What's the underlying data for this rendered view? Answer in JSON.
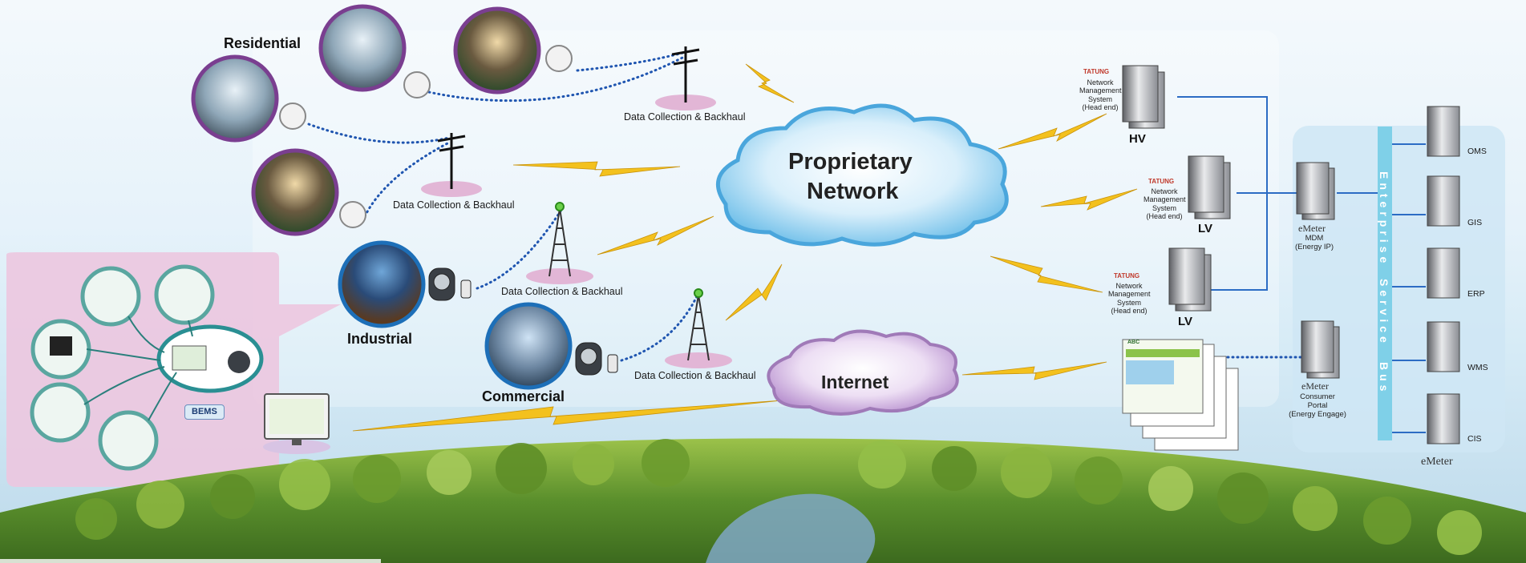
{
  "segments": {
    "residential": "Residential",
    "industrial": "Industrial",
    "commercial": "Commercial",
    "bems": "BEMS"
  },
  "backhaul_labels": [
    "Data Collection & Backhaul",
    "Data Collection & Backhaul",
    "Data Collection & Backhaul",
    "Data Collection & Backhaul"
  ],
  "clouds": {
    "proprietary_line1": "Proprietary",
    "proprietary_line2": "Network",
    "internet": "Internet"
  },
  "head_ends": [
    {
      "brand": "TATUNG",
      "desc": [
        "Network",
        "Management",
        "System",
        "(Head end)"
      ],
      "label": "HV"
    },
    {
      "brand": "TATUNG",
      "desc": [
        "Network",
        "Management",
        "System",
        "(Head end)"
      ],
      "label": "LV"
    },
    {
      "brand": "TATUNG",
      "desc": [
        "Network",
        "Management",
        "System",
        "(Head end)"
      ],
      "label": "LV"
    }
  ],
  "mdm": {
    "brand": "eMeter",
    "line1": "MDM",
    "line2": "(Energy IP)"
  },
  "portal": {
    "brand": "eMeter",
    "line1": "Consumer",
    "line2": "Portal",
    "line3": "(Energy Engage)"
  },
  "bus": {
    "word1": "Enterprise",
    "word2": "Service",
    "word3": "Bus"
  },
  "enterprise_systems": [
    "OMS",
    "GIS",
    "ERP",
    "WMS",
    "CIS"
  ],
  "footer_brand": "eMeter",
  "web_page_logo": "ABC",
  "colors": {
    "cloud_blue": "#7fc6ec",
    "cloud_purple": "#c7a6d8",
    "bus_blue": "#7fd0e8",
    "lightning": "#f3c11e",
    "connector": "#2c6cc4",
    "bems_panel": "#ecc7df"
  }
}
